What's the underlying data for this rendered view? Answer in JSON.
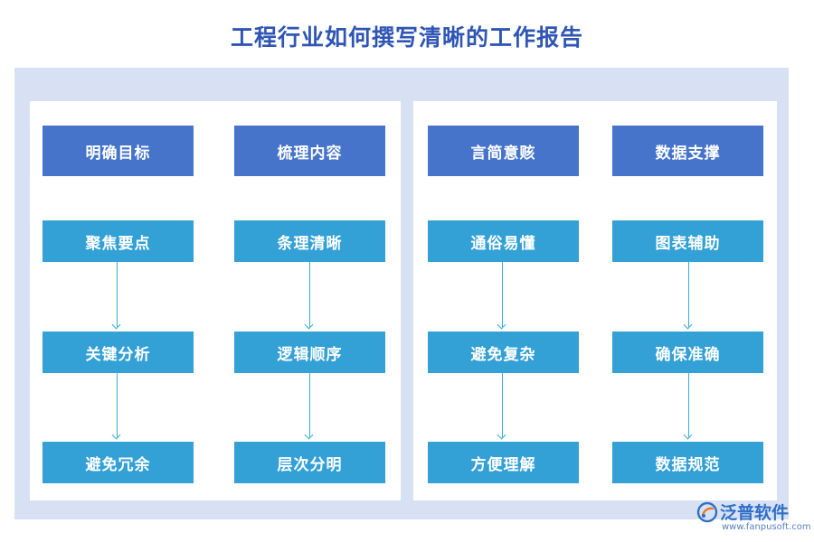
{
  "title": "工程行业如何撰写清晰的工作报告",
  "columns": [
    {
      "header": "明确目标",
      "items": [
        "聚焦要点",
        "关键分析",
        "避免冗余"
      ]
    },
    {
      "header": "梳理内容",
      "items": [
        "条理清晰",
        "逻辑顺序",
        "层次分明"
      ]
    },
    {
      "header": "言简意赅",
      "items": [
        "通俗易懂",
        "避免复杂",
        "方便理解"
      ]
    },
    {
      "header": "数据支撑",
      "items": [
        "图表辅助",
        "确保准确",
        "数据规范"
      ]
    }
  ],
  "watermark": {
    "name": "泛普软件",
    "url": "www.fanpusoft.com"
  },
  "colors": {
    "title": "#2f55b5",
    "header_box": "#4674cb",
    "item_box": "#33a0d6",
    "frame": "#d8e1f3",
    "arrow": "#35aed0"
  }
}
